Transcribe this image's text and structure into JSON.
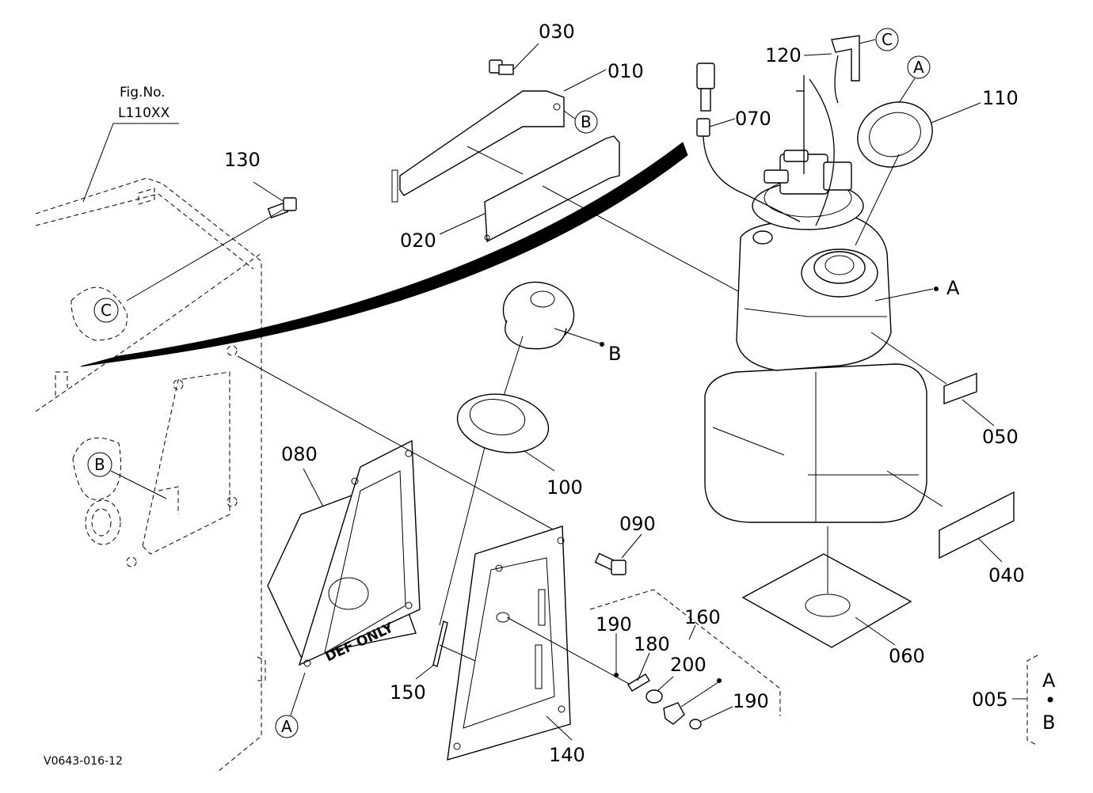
{
  "figure": {
    "fig_no_label": "Fig.No.",
    "fig_no_value": "L110XX",
    "drawing_code": "V0643-016-12",
    "decal_text": "DEF ONLY"
  },
  "parts": [
    {
      "id": "p010",
      "number": "010"
    },
    {
      "id": "p020",
      "number": "020"
    },
    {
      "id": "p030",
      "number": "030"
    },
    {
      "id": "p040",
      "number": "040"
    },
    {
      "id": "p050",
      "number": "050"
    },
    {
      "id": "p060",
      "number": "060"
    },
    {
      "id": "p070",
      "number": "070"
    },
    {
      "id": "p080",
      "number": "080"
    },
    {
      "id": "p090",
      "number": "090"
    },
    {
      "id": "p100",
      "number": "100"
    },
    {
      "id": "p110",
      "number": "110"
    },
    {
      "id": "p120",
      "number": "120"
    },
    {
      "id": "p130",
      "number": "130"
    },
    {
      "id": "p140",
      "number": "140"
    },
    {
      "id": "p150",
      "number": "150"
    },
    {
      "id": "p160",
      "number": "160"
    },
    {
      "id": "p180",
      "number": "180"
    },
    {
      "id": "p190a",
      "number": "190"
    },
    {
      "id": "p190b",
      "number": "190"
    },
    {
      "id": "p200",
      "number": "200"
    },
    {
      "id": "p005",
      "number": "005"
    }
  ],
  "refs": {
    "A": "A",
    "B": "B",
    "C": "C",
    "dot": "•"
  }
}
